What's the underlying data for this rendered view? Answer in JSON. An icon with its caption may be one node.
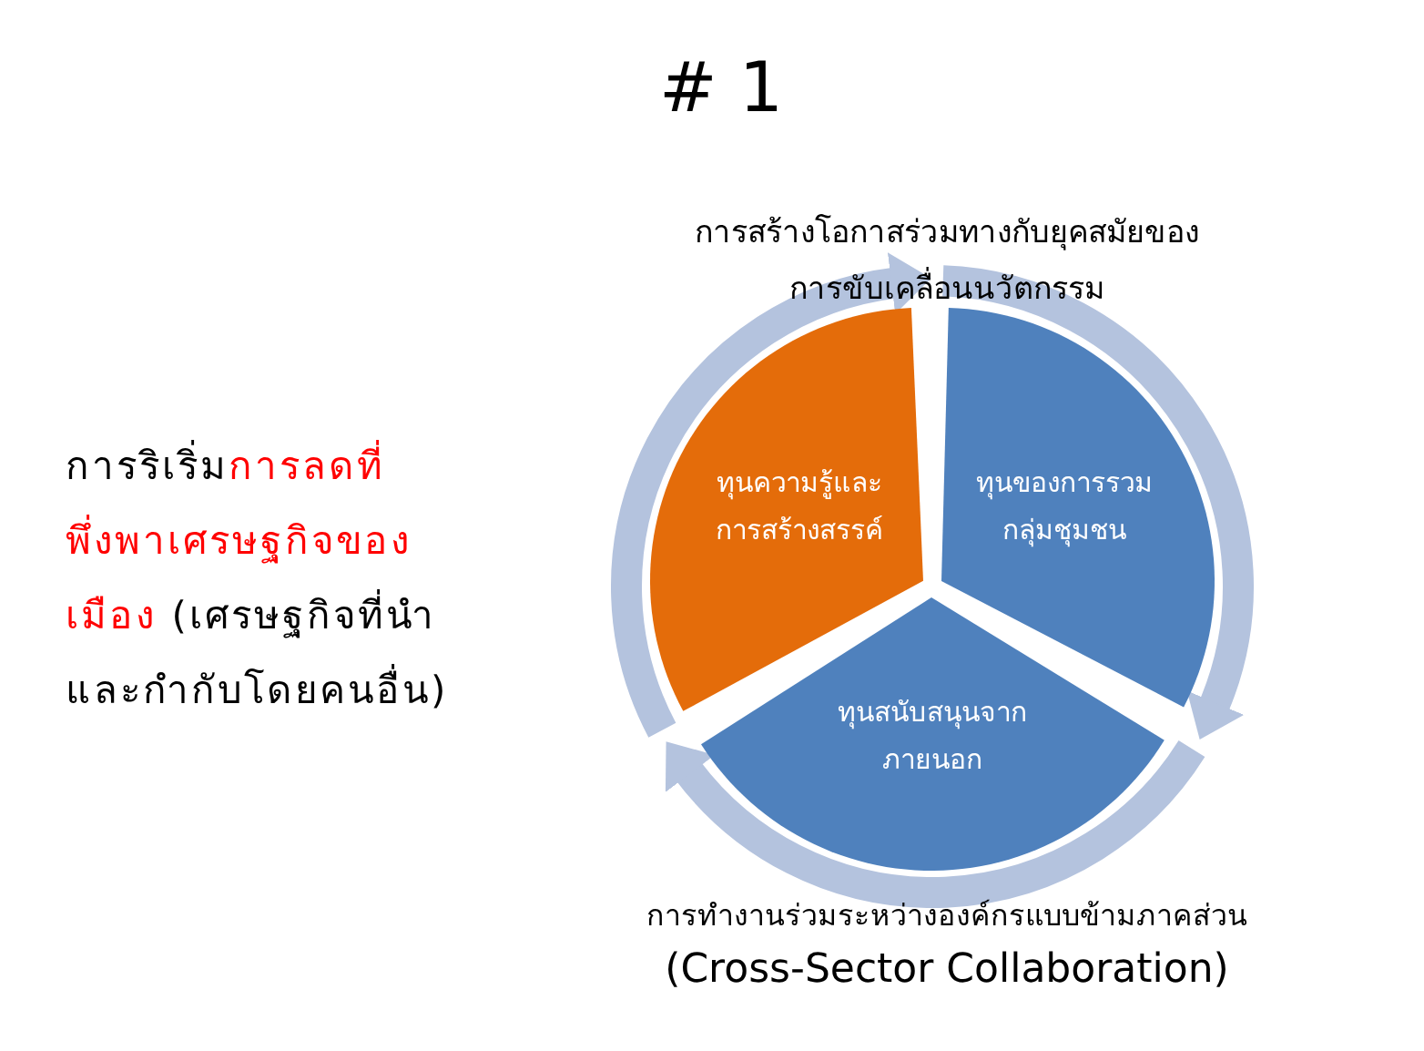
{
  "diagram": {
    "title": "# 1",
    "nodes": [
      {
        "text": [
          "ทุนความรู้และการสร้างสรรค์"
        ]
      },
      {
        "text": [
          "ทุนของการรวมกลุ่มชุมชน"
        ]
      },
      {
        "text": [
          "ทุนสนับสนุนจากภายนอก"
        ]
      }
    ],
    "labels": [
      "การสร้างโอกาสร่วมทางกับยุคสมัยของการขับเคลื่อนนวัตกรรม",
      "การริเริ่ม",
      "การลดที่พึ่งพาเศรษฐกิจของเมือง",
      "(เศรษฐกิจที่นำและกำกับโดยคนอื่น)",
      "การทำงานร่วมระหว่างองค์กรแบบข้ามภาคส่วน",
      "(Cross-Sector Collaboration)"
    ]
  }
}
